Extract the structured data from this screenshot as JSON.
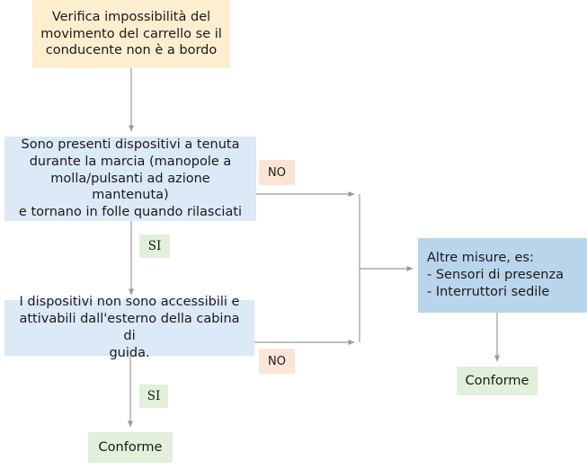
{
  "diagram": {
    "title_text": "Verifica impossibilità del movimento del carrello se il conducente non è a bordo",
    "colors": {
      "start_fill": "#fdeed0",
      "decision_fill": "#dce9f6",
      "measures_fill": "#b9d5ec",
      "result_fill": "#e2efda",
      "no_label_fill": "#fce4d6",
      "si_label_fill": "#e2efda",
      "connector": "#9a9a9a"
    },
    "nodes": [
      {
        "id": "start",
        "type": "process-start",
        "text": "Verifica impossibilità del\nmovimento del carrello se il\nconducente non è a bordo"
      },
      {
        "id": "decision1",
        "type": "decision",
        "text": "Sono presenti dispositivi a tenuta\ndurante la marcia (manopole a\nmolla/pulsanti ad azione mantenuta)\ne tornano in folle quando rilasciati"
      },
      {
        "id": "decision2",
        "type": "decision",
        "text": "I dispositivi non sono accessibili e\nattivabili dall'esterno della cabina di\nguida."
      },
      {
        "id": "measures",
        "type": "alternative-measures",
        "text": "Altre misure, es:\n- Sensori di presenza\n- Interruttori sedile"
      },
      {
        "id": "conforme-right",
        "type": "result",
        "text": "Conforme"
      },
      {
        "id": "conforme-left",
        "type": "result",
        "text": "Conforme"
      }
    ],
    "edge_labels": {
      "no_1": "NO",
      "no_2": "NO",
      "si_1": "SI",
      "si_2": "SI"
    }
  }
}
